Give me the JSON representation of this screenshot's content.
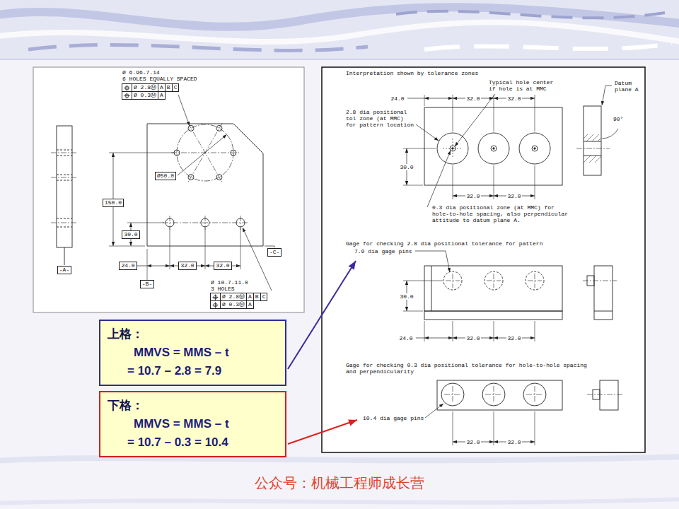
{
  "diagram": {
    "nodes": [
      {
        "text": [
          "Ø 2.8Ⓜ",
          "A",
          "B",
          "C"
        ]
      },
      {
        "text": [
          "Ø 0.3Ⓜ",
          "A"
        ]
      },
      {
        "text": [
          "Ø50.0"
        ]
      },
      {
        "text": [
          "150.0"
        ]
      },
      {
        "text": [
          "30.0"
        ]
      },
      {
        "text": [
          "-C-"
        ]
      },
      {
        "text": [
          "24.0"
        ]
      },
      {
        "text": [
          "32.0"
        ]
      },
      {
        "text": [
          "32.0"
        ]
      },
      {
        "text": [
          "-A-"
        ]
      },
      {
        "text": [
          "-B-"
        ]
      },
      {
        "text": [
          "Ø 2.8Ⓜ",
          "A",
          "B",
          "C"
        ]
      },
      {
        "text": [
          "Ø 0.3Ⓜ",
          "A"
        ]
      },
      {
        "text": [
          "上格：",
          "MMVS = MMS – t",
          "= 10.7 – 2.8 = 7.9"
        ]
      },
      {
        "text": [
          "下格：",
          "MMVS = MMS – t",
          "= 10.7 – 0.3 = 10.4"
        ]
      }
    ],
    "labels": [
      "Ø 6.96-7.14",
      "6 HOLES EQUALLY SPACED",
      "Ø 10.7-11.0",
      "3 HOLES",
      "Interpretation shown by tolerance zones",
      "Typical hole center if hole is at MMC",
      "Datum plane A",
      "24.0",
      "32.0",
      "32.0",
      "2.8 dia positional tol zone (at MMC) for pattern location",
      "90°",
      "30.0",
      "32.0",
      "32.0",
      "0.3 dia positional zone (at MMC) for hole-to-hole spacing, also perpendicular attitude to datum plane A.",
      "Gage for checking 2.8 dia positional tolerance for pattern",
      "7.9 dia gage pins",
      "30.0",
      "24.0",
      "32.0",
      "32.0",
      "Gage for checking 0.3 dia positional tolerance for hole-to-hole spacing and perpendicularity",
      "10.4 dia gage pins",
      "32.0",
      "32.0",
      "公众号：机械工程师成长营"
    ]
  }
}
